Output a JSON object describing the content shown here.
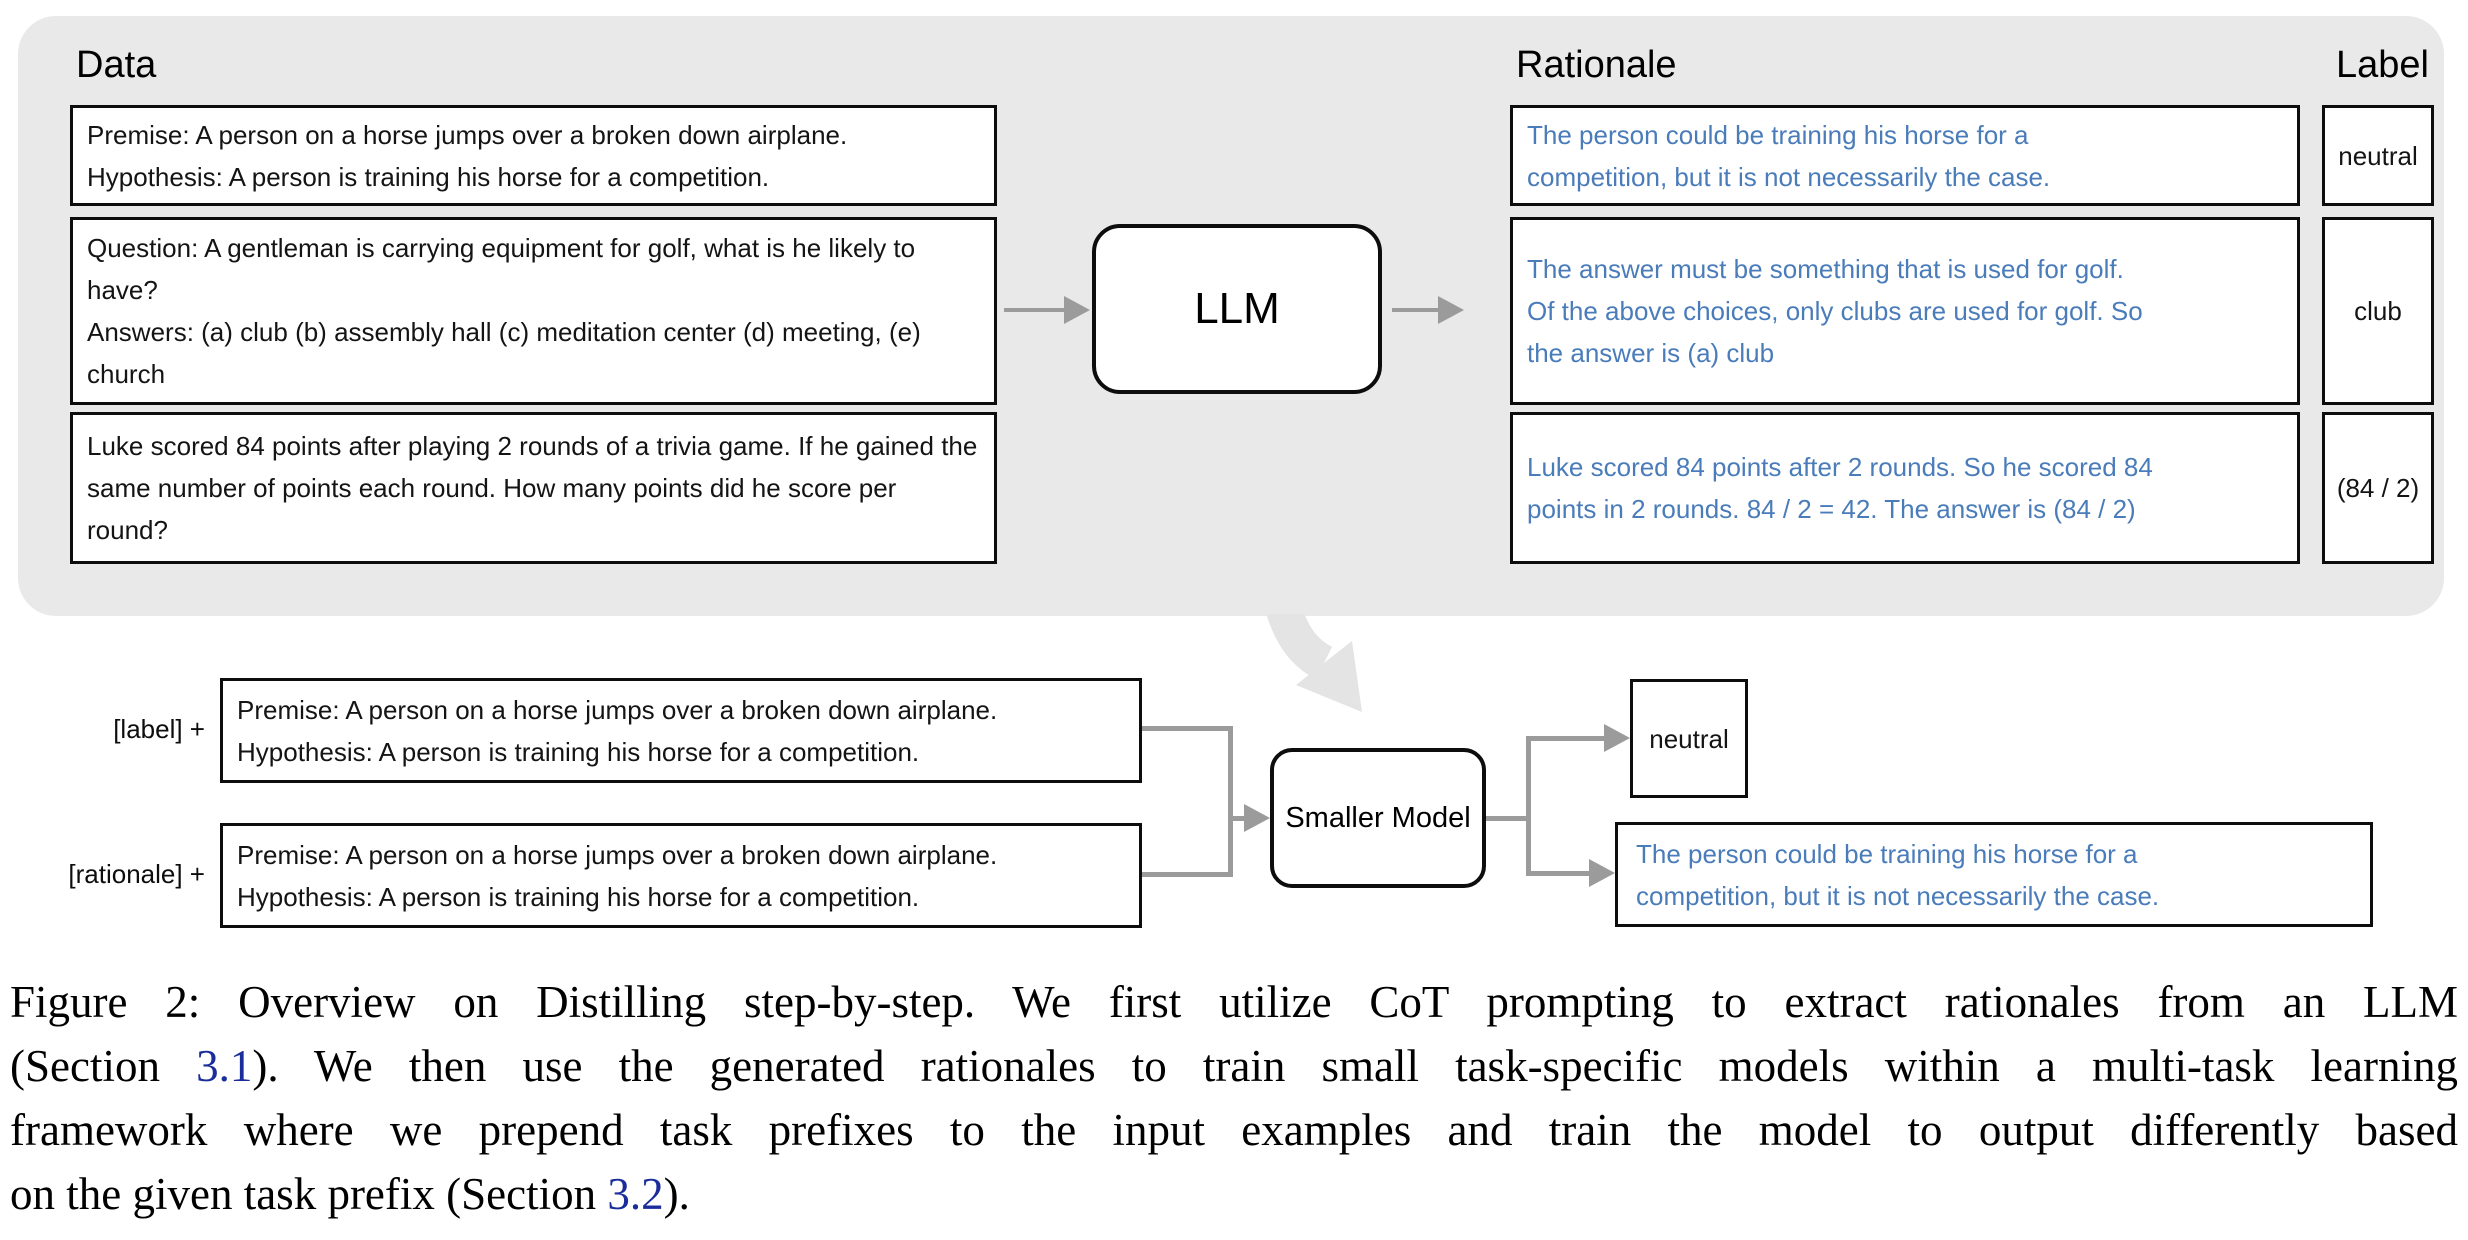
{
  "figure": {
    "headers": {
      "data": "Data",
      "rationale": "Rationale",
      "label": "Label"
    },
    "llm_label": "LLM",
    "rows": [
      {
        "data_lines": [
          "Premise: A person on a horse jumps over a broken down airplane.",
          "Hypothesis: A person is training his horse for a competition."
        ],
        "rationale_lines": [
          "The person could be training his horse for a",
          "competition, but it is not necessarily the case."
        ],
        "label": "neutral"
      },
      {
        "data_lines": [
          "Question: A gentleman is carrying equipment for golf, what is he likely to have?",
          "Answers: (a) club (b) assembly hall (c) meditation center (d) meeting, (e) church"
        ],
        "rationale_lines": [
          "The answer must be something that is used for golf.",
          "Of the above choices, only clubs are used for golf. So",
          "the answer is (a) club"
        ],
        "label": "club"
      },
      {
        "data_lines": [
          "Luke scored 84 points after playing 2 rounds of a trivia game. If he gained the same number of points each round. How many points did he score per round?"
        ],
        "rationale_lines": [
          "Luke scored 84 points after 2 rounds. So he scored 84",
          "points in 2 rounds. 84 / 2 = 42. The answer is (84 / 2)"
        ],
        "label": "(84 / 2)"
      }
    ],
    "bottom": {
      "label_prefix": "[label] +",
      "rationale_prefix": "[rationale] +",
      "input1_lines": [
        "Premise: A person on a horse jumps over a broken down airplane.",
        "Hypothesis: A person is training his horse for a competition."
      ],
      "input2_lines": [
        "Premise: A person on a horse jumps over a broken down airplane.",
        "Hypothesis: A person is training his horse for a competition."
      ],
      "model_label": "Smaller Model",
      "output_label": "neutral",
      "output_rationale_lines": [
        "The person could be training his horse for a",
        "competition, but it is not necessarily the case."
      ]
    },
    "colors": {
      "panel_bg": "#e9e9e9",
      "rationale_text": "#4a7cba",
      "connector_gray": "#9b9b9b",
      "caption_link": "#1b2d9b"
    }
  },
  "caption": {
    "line1": "Figure 2: Overview on Distilling step-by-step. We first utilize CoT prompting to extract rationales from an LLM",
    "line2_pre": "(Section ",
    "line2_link": "3.1",
    "line2_post": "). We then use the generated rationales to train small task-specific models within a multi-task learning",
    "line3": "framework where we prepend task prefixes to the input examples and train the model to output differently based",
    "line4_pre": "on the given task prefix (Section ",
    "line4_link": "3.2",
    "line4_post": ")."
  }
}
